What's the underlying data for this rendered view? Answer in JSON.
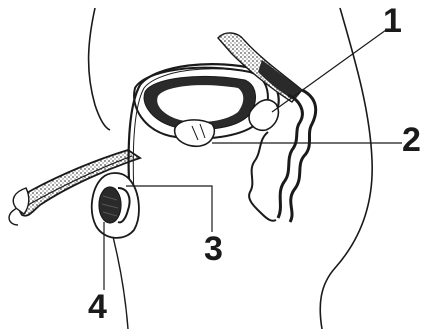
{
  "diagram": {
    "labels": [
      {
        "id": "1",
        "text": "1"
      },
      {
        "id": "2",
        "text": "2"
      },
      {
        "id": "3",
        "text": "3"
      },
      {
        "id": "4",
        "text": "4"
      }
    ],
    "colors": {
      "ink": "#1a1a1a",
      "dark_fill": "#2a2a2a",
      "stipple": "#9a9a9a",
      "background": "#ffffff"
    }
  }
}
